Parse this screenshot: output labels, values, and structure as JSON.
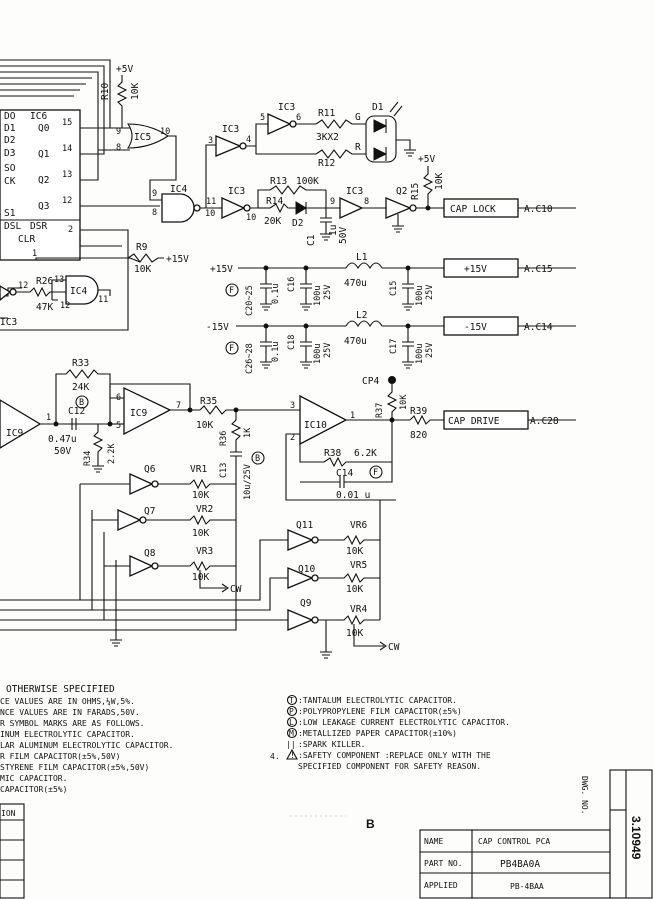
{
  "ic6": {
    "name": "IC6",
    "left_pins": [
      "DO",
      "D1",
      "D2",
      "D3",
      "SO",
      "CK",
      "S1",
      "DSL",
      "DSR",
      "CLR"
    ],
    "right_pins": [
      "Q0",
      "Q1",
      "Q2",
      "Q3"
    ],
    "pin_numbers": [
      "15",
      "14",
      "13",
      "12",
      "2",
      "1"
    ]
  },
  "gates": {
    "ic5": "IC5",
    "ic4a": "IC4",
    "ic4b": "IC4",
    "ic3": "IC3",
    "ic9a": "IC9",
    "ic9b": "IC9",
    "ic10": "IC10"
  },
  "pins": {
    "p9": "9",
    "p8a": "8",
    "p10a": "10",
    "p9b": "9",
    "p8b": "8",
    "p10b": "10",
    "p11": "11",
    "p3": "3",
    "p4": "4",
    "p5": "5",
    "p6": "6",
    "p9c": "9",
    "p8c": "8",
    "p13": "13",
    "p12a": "12",
    "p12b": "12",
    "p11b": "11",
    "p1": "1",
    "p5b": "5",
    "p6b": "6",
    "p7": "7",
    "p3b": "3",
    "p2": "2",
    "p1b": "1"
  },
  "components": {
    "r10": "R10",
    "r10v": "10K",
    "vcc5": "+5V",
    "r11": "R11",
    "r11v": "3KX2",
    "r12": "R12",
    "d1": "D1",
    "d1g": "G",
    "d1r": "R",
    "r15": "R15",
    "r15v": "10K",
    "vcc5b": "+5V",
    "r13": "R13",
    "r13v": "100K",
    "r14": "R14",
    "r14v": "20K",
    "d2": "D2",
    "c1": "C1",
    "c1v": "1u",
    "c1v2": "50V",
    "q2": "Q2",
    "r9": "R9",
    "r9v": "10K",
    "vcc15": "+15V",
    "r26": "R26",
    "r26v": "47K",
    "l1": "L1",
    "l1v": "470u",
    "l2": "L2",
    "l2v": "470u",
    "c20": "C20~25",
    "c20v": "0.1u",
    "c16": "C16",
    "c16v": "100u",
    "c16v2": "25V",
    "c15": "C15",
    "c15v": "100u",
    "c15v2": "25V",
    "c26": "C26~28",
    "c26v": "0.1u",
    "c18": "C18",
    "c18v": "100u",
    "c18v2": "25V",
    "c17": "C17",
    "c17v": "100u",
    "c17v2": "25V",
    "p15": "+15V",
    "m15": "-15V",
    "markF": "F",
    "r33": "R33",
    "r33v": "24K",
    "c12": "C12",
    "c12v": "0.47u",
    "c12v2": "50V",
    "markB": "B",
    "r34": "R34",
    "r34v": "2.2K",
    "r35": "R35",
    "r35v": "10K",
    "r36": "R36",
    "r36v": "1K",
    "c13": "C13",
    "c13v": "10u/25V",
    "cp4": "CP4",
    "r37": "R37",
    "r37v": "10K",
    "r39": "R39",
    "r39v": "820",
    "r38": "R38",
    "r38v": "6.2K",
    "c14": "C14",
    "c14v": "0.01 u",
    "q6": "Q6",
    "q7": "Q7",
    "q8": "Q8",
    "vr1": "VR1",
    "vr1v": "10K",
    "vr2": "VR2",
    "vr2v": "10K",
    "vr3": "VR3",
    "vr3v": "10K",
    "cw": "CW",
    "q11": "Q11",
    "q10": "Q10",
    "q9": "Q9",
    "vr6": "VR6",
    "vr6v": "10K",
    "vr5": "VR5",
    "vr5v": "10K",
    "vr4": "VR4",
    "vr4v": "10K",
    "cw2": "CW"
  },
  "connectors": {
    "cap_lock": "CAP LOCK",
    "cap_lock_ref": "A.C10",
    "p15": "+15V",
    "p15_ref": "A.C15",
    "m15": "-15V",
    "m15_ref": "A.C14",
    "cap_drive": "CAP DRIVE",
    "cap_drive_ref": "A.C28"
  },
  "notes_left": [
    "OTHERWISE SPECIFIED",
    "CE VALUES ARE IN OHMS,¼W,5%.",
    "NCE VALUES ARE IN FARADS,50V.",
    "R SYMBOL MARKS ARE AS FOLLOWS.",
    "INUM ELECTROLYTIC CAPACITOR.",
    "LAR ALUMINUM ELECTROLYTIC CAPACITOR.",
    "R FILM CAPACITOR(±5%,50V)",
    "STYRENE FILM CAPACITOR(±5%,50V)",
    "MIC CAPACITOR.",
    " CAPACITOR(±5%)"
  ],
  "notes_right": [
    ":TANTALUM ELECTROLYTIC CAPACITOR.",
    ":POLYPROPYLENE FILM CAPACITOR(±5%)",
    ":LOW LEAKAGE CURRENT ELECTROLYTIC CAPACITOR.",
    ":METALLIZED PAPER CAPACITOR(±10%)",
    ":SPARK KILLER.",
    ":SAFETY COMPONENT :REPLACE ONLY WITH THE",
    " SPECIFIED COMPONENT FOR SAFETY REASON."
  ],
  "notes_symbols": [
    "T",
    "P",
    "L",
    "M",
    "||",
    "!"
  ],
  "note_number": "4.",
  "revision_header": "ION",
  "sheet_letter": "B",
  "title_block": {
    "name_label": "NAME",
    "name_value": "CAP CONTROL PCA",
    "part_label": "PART NO.",
    "part_value": "PB4BA0A",
    "applied_label": "APPLIED",
    "applied_value": "PB-4BAA",
    "dwg_label": "DWG. NO.",
    "dwg_value": "3.10949"
  }
}
